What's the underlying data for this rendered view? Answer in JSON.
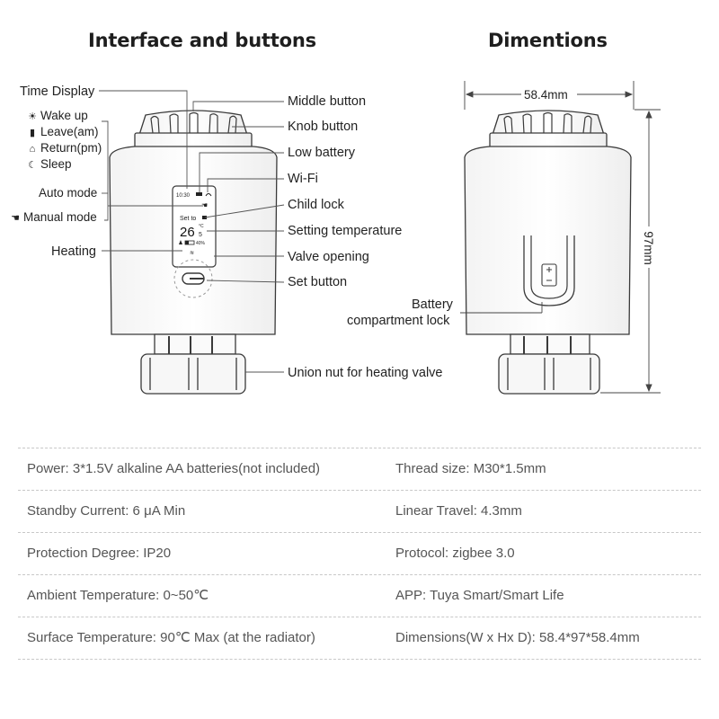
{
  "headings": {
    "interface": "Interface and buttons",
    "dimensions": "Dimentions"
  },
  "left_labels": {
    "time_display": "Time Display",
    "wake_up": "Wake up",
    "leave": "Leave(am)",
    "return": "Return(pm)",
    "sleep": "Sleep",
    "auto_mode": "Auto mode",
    "manual_mode": "Manual mode",
    "heating": "Heating"
  },
  "right_labels": {
    "middle_button": "Middle button",
    "knob_button": "Knob button",
    "low_battery": "Low battery",
    "wifi": "Wi-Fi",
    "child_lock": "Child lock",
    "setting_temperature": "Setting temperature",
    "valve_opening": "Valve opening",
    "set_button": "Set button",
    "union_nut": "Union nut for heating valve"
  },
  "screen": {
    "time": "10:30",
    "set_to": "Set to",
    "temperature_main": "26",
    "temperature_unit": "°C",
    "temperature_decimal": "5",
    "valve_percent": "40%"
  },
  "dimension_labels": {
    "width": "58.4mm",
    "height": "97mm",
    "battery_lock_line1": "Battery",
    "battery_lock_line2": "compartment lock"
  },
  "specs": [
    {
      "left": "Power: 3*1.5V alkaline AA batteries(not included)",
      "right": "Thread size: M30*1.5mm"
    },
    {
      "left": "Standby Current: 6 μA Min",
      "right": "Linear Travel: 4.3mm"
    },
    {
      "left": "Protection Degree: IP20",
      "right": "Protocol:  zigbee  3.0"
    },
    {
      "left": "Ambient Temperature: 0~50℃",
      "right": "APP: Tuya Smart/Smart Life"
    },
    {
      "left": "Surface Temperature: 90℃ Max (at the radiator)",
      "right": "Dimensions(W x Hx D): 58.4*97*58.4mm"
    }
  ],
  "icons": [
    "sun-icon",
    "leave-icon",
    "home-icon",
    "moon-icon",
    "hand-icon",
    "flame-icon",
    "battery-icon",
    "wifi-icon",
    "lock-icon"
  ],
  "colors": {
    "outline": "#3a3a3a",
    "text": "#222222",
    "spec_text": "#555555",
    "divider": "#c8c8c8"
  }
}
